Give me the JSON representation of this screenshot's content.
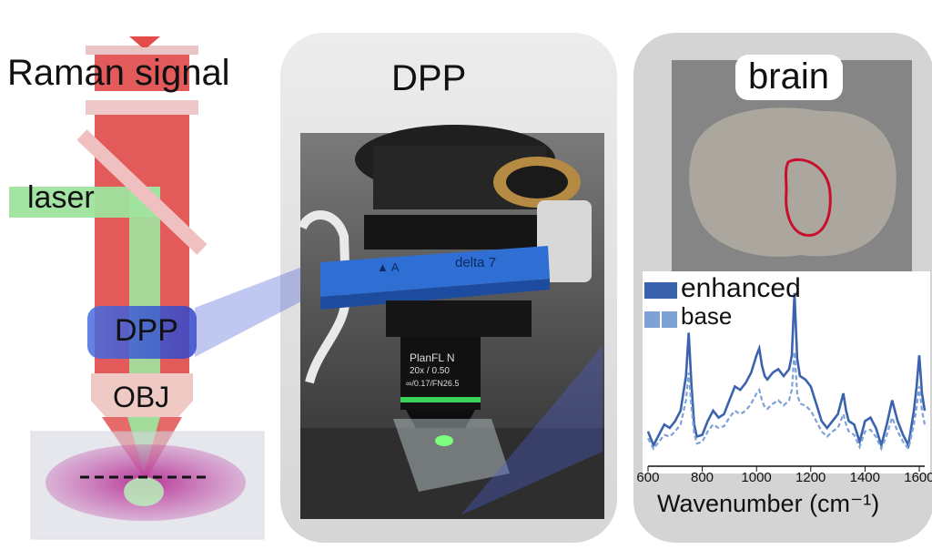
{
  "left_panel": {
    "title": "Raman signal",
    "laser_label": "laser",
    "dpp_label": "DPP",
    "obj_label": "OBJ"
  },
  "middle_panel": {
    "title": "DPP",
    "stage_label_a": "▲ A",
    "stage_label_model": "delta 7",
    "objective_text_1": "PlanFL N",
    "objective_text_2": "20x / 0.50",
    "objective_text_3": "∞/0.17/FN26.5"
  },
  "right_panel": {
    "title": "brain",
    "colors": {
      "enhanced": "#3b63ad",
      "base": "#7fa2d6",
      "roi": "#c8102e"
    }
  },
  "chart_data": {
    "type": "line",
    "xlabel": "Wavenumber (cm⁻¹)",
    "xlim": [
      600,
      1620
    ],
    "xticks": [
      600,
      800,
      1000,
      1200,
      1400,
      1600
    ],
    "legend_position": "top-left",
    "x": [
      600,
      620,
      640,
      660,
      680,
      700,
      720,
      740,
      750,
      760,
      770,
      780,
      800,
      820,
      840,
      860,
      880,
      900,
      920,
      940,
      960,
      980,
      1000,
      1010,
      1020,
      1030,
      1040,
      1060,
      1080,
      1100,
      1120,
      1130,
      1140,
      1150,
      1160,
      1180,
      1200,
      1220,
      1240,
      1260,
      1280,
      1300,
      1320,
      1330,
      1340,
      1360,
      1380,
      1400,
      1420,
      1440,
      1460,
      1480,
      1500,
      1520,
      1540,
      1560,
      1580,
      1590,
      1600,
      1610,
      1620
    ],
    "series": [
      {
        "name": "enhanced",
        "values": [
          0.18,
          0.1,
          0.16,
          0.22,
          0.2,
          0.24,
          0.3,
          0.5,
          0.75,
          0.45,
          0.22,
          0.15,
          0.16,
          0.24,
          0.3,
          0.26,
          0.28,
          0.36,
          0.44,
          0.42,
          0.46,
          0.52,
          0.62,
          0.66,
          0.56,
          0.5,
          0.48,
          0.52,
          0.54,
          0.5,
          0.54,
          0.62,
          0.98,
          0.6,
          0.5,
          0.48,
          0.44,
          0.34,
          0.24,
          0.2,
          0.24,
          0.28,
          0.4,
          0.3,
          0.24,
          0.22,
          0.12,
          0.24,
          0.26,
          0.2,
          0.1,
          0.22,
          0.36,
          0.24,
          0.16,
          0.1,
          0.3,
          0.44,
          0.62,
          0.4,
          0.3
        ]
      },
      {
        "name": "base",
        "values": [
          0.14,
          0.08,
          0.12,
          0.16,
          0.15,
          0.18,
          0.22,
          0.36,
          0.52,
          0.32,
          0.17,
          0.11,
          0.12,
          0.18,
          0.22,
          0.2,
          0.21,
          0.26,
          0.3,
          0.28,
          0.3,
          0.34,
          0.4,
          0.42,
          0.36,
          0.32,
          0.31,
          0.34,
          0.36,
          0.33,
          0.36,
          0.42,
          0.64,
          0.4,
          0.34,
          0.33,
          0.3,
          0.24,
          0.18,
          0.15,
          0.18,
          0.2,
          0.28,
          0.22,
          0.18,
          0.16,
          0.09,
          0.18,
          0.19,
          0.15,
          0.08,
          0.16,
          0.26,
          0.18,
          0.12,
          0.08,
          0.22,
          0.32,
          0.44,
          0.3,
          0.22
        ]
      }
    ]
  }
}
